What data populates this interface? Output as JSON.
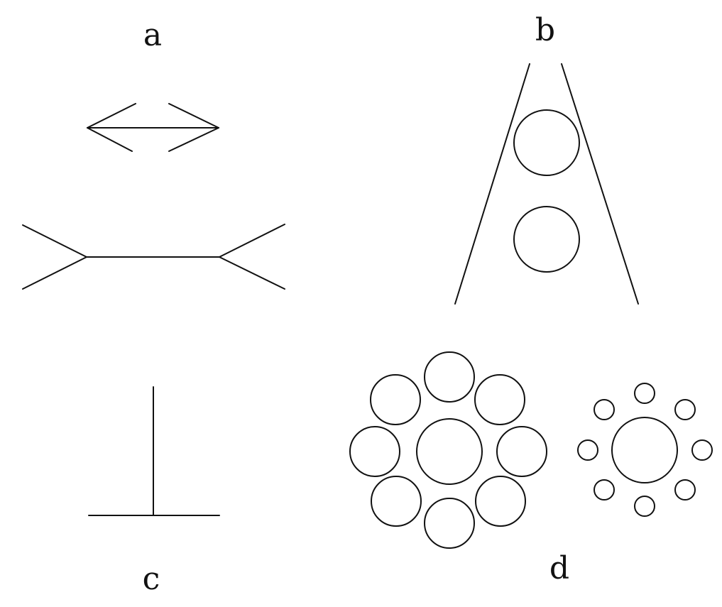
{
  "panels": {
    "a": {
      "label": "a"
    },
    "b": {
      "label": "b"
    },
    "c": {
      "label": "c"
    },
    "d": {
      "label": "d"
    }
  },
  "ink_color": "#111111",
  "background_color": "#ffffff"
}
